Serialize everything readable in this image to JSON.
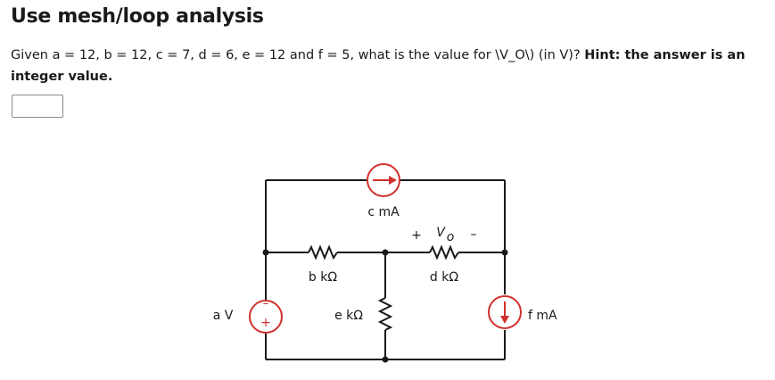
{
  "title": "Use mesh/loop analysis",
  "question": {
    "text": "Given a = 12, b = 12, c = 7, d = 6, e = 12 and f = 5, what is the value for \\V_O\\) (in V)?",
    "hint": "Hint: the answer is an integer value."
  },
  "answer": {
    "value": ""
  },
  "circuit": {
    "labels": {
      "source_top": "c mA",
      "res_b": "b kΩ",
      "res_d": "d kΩ",
      "res_e": "e kΩ",
      "voltage_source": "a V",
      "current_source_right": "f mA",
      "vo_plus": "+",
      "vo_label": "V",
      "vo_sub": "o",
      "vo_minus": "–",
      "vsrc_plus": "+",
      "vsrc_minus": "–"
    },
    "colors": {
      "source": "#d0312d",
      "wire": "#1a1a1a"
    }
  }
}
